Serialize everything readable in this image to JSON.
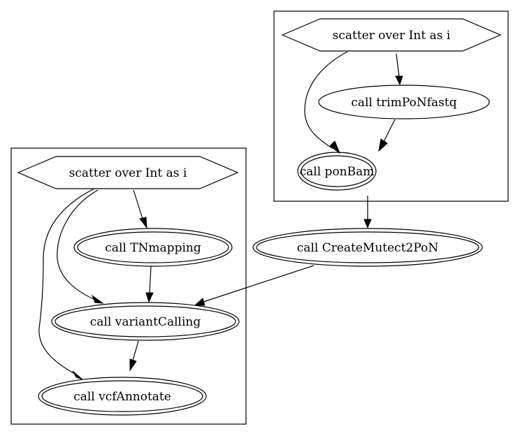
{
  "clusters": [
    {
      "scatter_label": "scatter over Int as i",
      "nodes": {
        "trim": "call trimPoNfastq",
        "ponbam": "call ponBam"
      }
    },
    {
      "scatter_label": "scatter over Int as i",
      "nodes": {
        "tnmapping": "call TNmapping",
        "variantcalling": "call variantCalling",
        "vcfannotate": "call vcfAnnotate"
      }
    }
  ],
  "standalone": {
    "createmutect2pon": "call CreateMutect2PoN"
  }
}
